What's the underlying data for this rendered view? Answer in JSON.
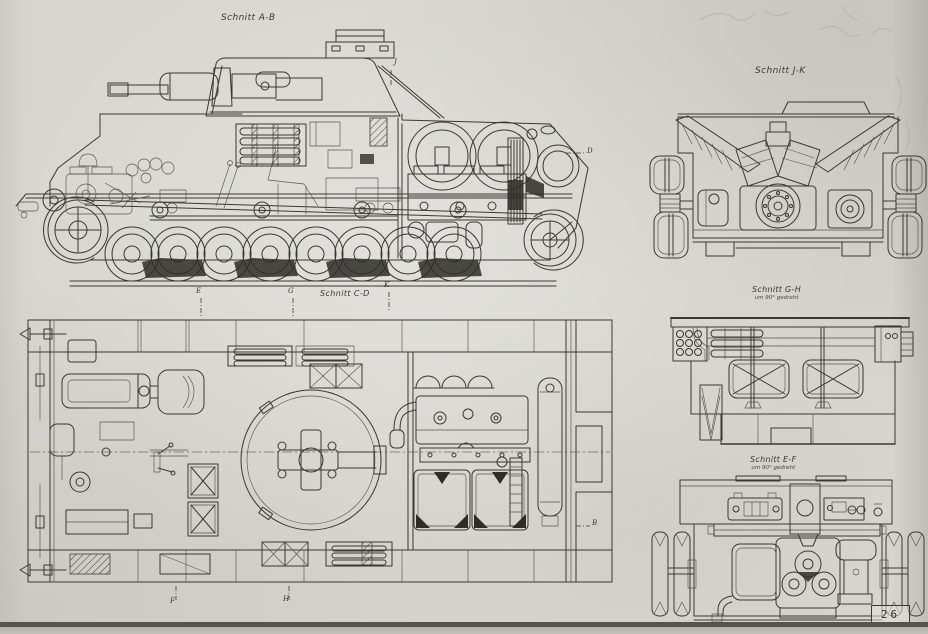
{
  "document": {
    "type": "scanned technical blueprint",
    "subject": "tank cutaway section drawings",
    "page_number": "26"
  },
  "colors": {
    "paper": "#d6d5cf",
    "ink": "#3a3831",
    "scan_edge_band": "#55534d"
  },
  "views": {
    "side_cutaway": {
      "label": "Schnitt A-B"
    },
    "rear_section": {
      "label": "Schnitt J-K"
    },
    "plan_cutaway": {
      "label": "Schnitt C-D"
    },
    "mid_section": {
      "label": "Schnitt G-H",
      "note": "um 90° gedreht"
    },
    "front_section": {
      "label": "Schnitt E-F",
      "note": "um 90° gedreht"
    }
  },
  "section_markers": {
    "e": "E",
    "f": "F",
    "g": "G",
    "h": "H",
    "j": "J",
    "k": "K",
    "b": "B",
    "d": "D"
  }
}
